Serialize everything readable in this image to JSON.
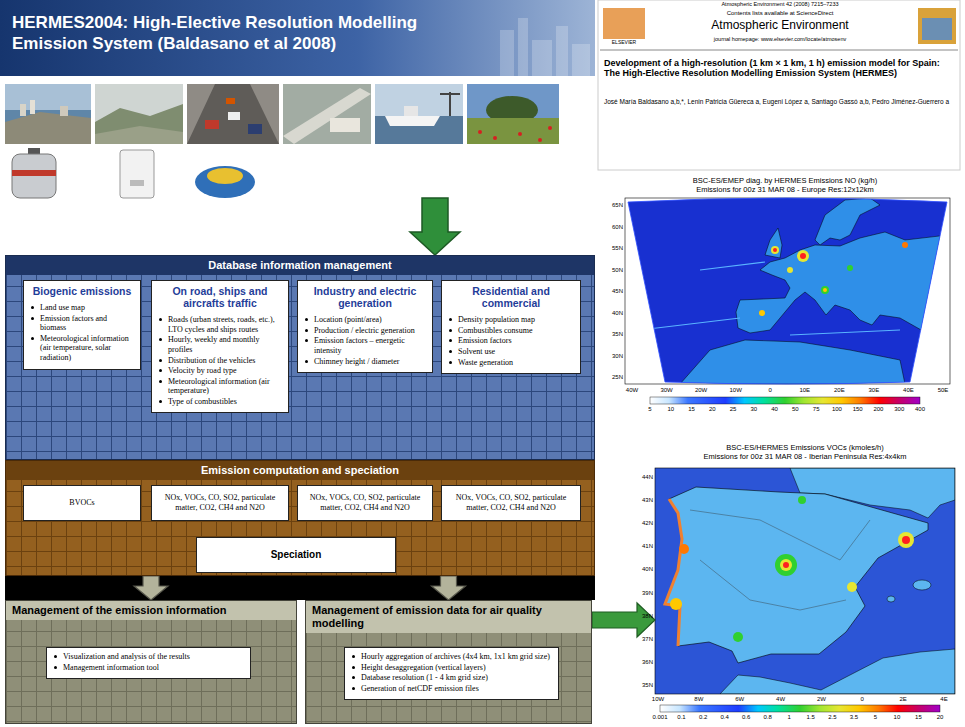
{
  "diagram": {
    "title": "HERMES2004: High-Elective Resolution Modelling Emission System (Baldasano et al 2008)",
    "nodes": [
      {
        "text": [
          "Database information management"
        ]
      },
      {
        "text": [
          "Biogenic emissions",
          "Land use map",
          "Emission factors and biomass",
          "Meteorological information (air temperature, solar radiation)"
        ],
        "in": 0
      },
      {
        "text": [
          "On road, ships and aircrafts traffic",
          "Roads (urban streets, roads, etc.), LTO cycles and ships routes",
          "Hourly, weekly and monthly profiles",
          "Distribution of the vehicles",
          "Velocity by road type",
          "Meteorological information (air temperature)",
          "Type of combustibles"
        ],
        "in": 0
      },
      {
        "text": [
          "Industry and electric generation",
          "Location (point/area)",
          "Production / electric generation",
          "Emission factors – energetic intensity",
          "Chimney height / diameter"
        ],
        "in": 0
      },
      {
        "text": [
          "Residential and commercial",
          "Density population map",
          "Combustibles consume",
          "Emission factors",
          "Solvent use",
          "Waste generation"
        ],
        "in": 0
      },
      {
        "text": [
          "Emission computation and speciation"
        ]
      },
      {
        "text": [
          "BVOCs"
        ],
        "in": 5
      },
      {
        "text": [
          "NOx, VOCs, CO, SO2, particulate matter, CO2, CH4 and N2O"
        ],
        "in": 5
      },
      {
        "text": [
          "NOx, VOCs, CO, SO2, particulate matter, CO2, CH4 and N2O"
        ],
        "in": 5
      },
      {
        "text": [
          "NOx, VOCs, CO, SO2, particulate matter, CO2, CH4 and N2O"
        ],
        "in": 5
      },
      {
        "text": [
          "Speciation"
        ],
        "in": 5
      },
      {
        "text": [
          "Management of the emission information"
        ]
      },
      {
        "text": [
          "Visualization and analysis of the results",
          "Management information tool"
        ],
        "in": 11
      },
      {
        "text": [
          "Management of emission data for air quality modelling"
        ]
      },
      {
        "text": [
          "Hourly aggregation of archives (4x4 km, 1x1 km grid size)",
          "Height desaggregation (vertical layers)",
          "Database resolution (1 - 4 km grid size)",
          "Generation of netCDF emission files"
        ],
        "in": 13
      },
      {
        "text": [
          "BSC-ES/EMEP diag. by HERMES Emissions NO (kg/h)",
          "Emissions for 00z 31 MAR 08 - Europe Res:12x12km"
        ]
      },
      {
        "text": [
          "BSC-ES/HERMES Emissions VOCs (kmoles/h)",
          "Emissions for 00z 31 MAR 08 - Iberian Peninsula Res:4x4km"
        ]
      }
    ],
    "edges": [
      {
        "from": 5,
        "to": 11,
        "arrow": "to"
      },
      {
        "from": 5,
        "to": 13,
        "arrow": "to"
      },
      {
        "from": 13,
        "to": 16,
        "arrow": "to"
      }
    ],
    "labels": [
      "Atmospheric Environment 42 (2008) 7215–7233",
      "Contents lists available at ScienceDirect",
      "Atmospheric Environment",
      "journal homepage: www.elsevier.com/locate/atmosenv",
      "ELSEVIER",
      "Development of a high-resolution (1 km × 1 km, 1 h) emission model for Spain: The High-Elective Resolution Modelling Emission System (HERMES)",
      "José María Baldasano a,b,*, Lenin Patricia Güereca a, Eugeni López a, Santiago Gassó a,b, Pedro Jiménez-Guerrero a",
      "65N",
      "60N",
      "55N",
      "50N",
      "45N",
      "40N",
      "35N",
      "30N",
      "25N",
      "40W",
      "30W",
      "20W",
      "10W",
      "0",
      "10E",
      "20E",
      "30E",
      "40E",
      "50E",
      "5",
      "10",
      "15",
      "20",
      "25",
      "30",
      "40",
      "50",
      "75",
      "100",
      "150",
      "200",
      "300",
      "400",
      "44N",
      "43N",
      "42N",
      "41N",
      "40N",
      "39N",
      "38N",
      "37N",
      "36N",
      "35N",
      "10W",
      "8W",
      "6W",
      "4W",
      "2W",
      "0",
      "2E",
      "4E",
      "0.001",
      "0.1",
      "0.2",
      "0.4",
      "0.6",
      "0.8",
      "1",
      "1.5",
      "2.5",
      "3.5",
      "5",
      "10",
      "15",
      "20"
    ]
  }
}
